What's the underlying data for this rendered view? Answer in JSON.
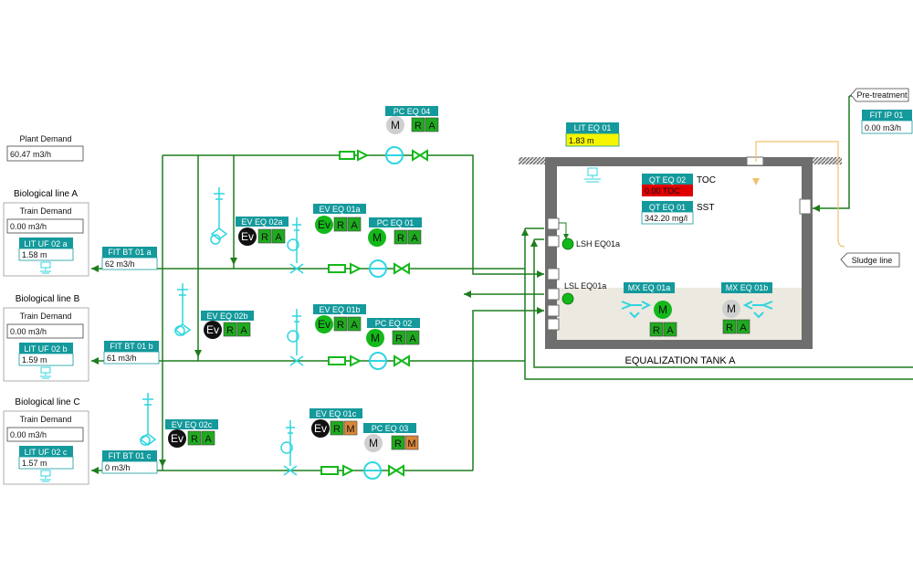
{
  "colors": {
    "pipe": "#1e7d1e",
    "tag_header": "#14999c",
    "active_green": "#13b81a",
    "stopped_gray": "#cfcfcf",
    "run_green": "#1faa1f",
    "alarm_orange": "#d9863a",
    "alarm_red": "#e00000",
    "level_yellow": "#f6f400",
    "valve_cyan": "#2fd6e0",
    "tank_gray": "#6e6e6e",
    "sludge_fill": "#ece9e0",
    "overflow_orange": "#f0c070"
  },
  "plant_demand": {
    "label": "Plant Demand",
    "value": "60.47 m3/h"
  },
  "lines": [
    {
      "title": "Biological line A",
      "demand_label": "Train Demand",
      "demand_value": "0.00 m3/h",
      "lit_tag": "LIT UF 02 a",
      "lit_value": "1.58 m",
      "fit_tag": "FIT BT 01 a",
      "fit_value": "62 m3/h",
      "ev_tag": "EV EQ 02a",
      "ev_label": "Ev",
      "ev_mode_1": "R",
      "ev_mode_2": "A"
    },
    {
      "title": "Biological line B",
      "demand_label": "Train Demand",
      "demand_value": "0.00 m3/h",
      "lit_tag": "LIT UF 02 b",
      "lit_value": "1.59 m",
      "fit_tag": "FIT BT 01 b",
      "fit_value": "61 m3/h",
      "ev_tag": "EV EQ 02b",
      "ev_label": "Ev",
      "ev_mode_1": "R",
      "ev_mode_2": "A"
    },
    {
      "title": "Biological line C",
      "demand_label": "Train Demand",
      "demand_value": "0.00 m3/h",
      "lit_tag": "LIT UF 02 c",
      "lit_value": "1.57 m",
      "fit_tag": "FIT BT 01 c",
      "fit_value": "0 m3/h",
      "ev_tag": "EV EQ 02c",
      "ev_label": "Ev",
      "ev_mode_1": "R",
      "ev_mode_2": "A"
    }
  ],
  "pump_feed_valves": [
    {
      "tag": "EV EQ 01a",
      "label": "Ev",
      "mode_1": "R",
      "mode_2": "A",
      "state": "active"
    },
    {
      "tag": "EV EQ 01b",
      "label": "Ev",
      "mode_1": "R",
      "mode_2": "A",
      "state": "active"
    },
    {
      "tag": "EV EQ 01c",
      "label": "Ev",
      "mode_1": "R",
      "mode_2": "M",
      "state": "closed"
    }
  ],
  "pumps": [
    {
      "tag": "PC EQ 04",
      "label": "M",
      "mode_1": "R",
      "mode_2": "A",
      "state": "stopped"
    },
    {
      "tag": "PC EQ 01",
      "label": "M",
      "mode_1": "R",
      "mode_2": "A",
      "state": "running"
    },
    {
      "tag": "PC EQ 02",
      "label": "M",
      "mode_1": "R",
      "mode_2": "A",
      "state": "running"
    },
    {
      "tag": "PC EQ 03",
      "label": "M",
      "mode_1": "R",
      "mode_2": "M",
      "state": "stopped"
    }
  ],
  "tank": {
    "name": "EQUALIZATION TANK A",
    "level_tag": "LIT EQ 01",
    "level_value": "1.83 m",
    "toc_tag": "QT EQ 02",
    "toc_value": "0.00 TOC",
    "toc_unit": "TOC",
    "sst_tag": "QT EQ 01",
    "sst_value": "342.20 mg/l",
    "sst_unit": "SST",
    "lsh": "LSH EQ01a",
    "lsl": "LSL EQ01a"
  },
  "mixers": [
    {
      "tag": "MX EQ 01a",
      "label": "M",
      "mode_1": "R",
      "mode_2": "A",
      "state": "running"
    },
    {
      "tag": "MX EQ 01b",
      "label": "M",
      "mode_1": "R",
      "mode_2": "A",
      "state": "stopped"
    }
  ],
  "inlet": {
    "pretreatment": "Pre-treatment",
    "fit_tag": "FIT IP 01",
    "fit_value": "0.00 m3/h",
    "sludge": "Sludge line"
  }
}
